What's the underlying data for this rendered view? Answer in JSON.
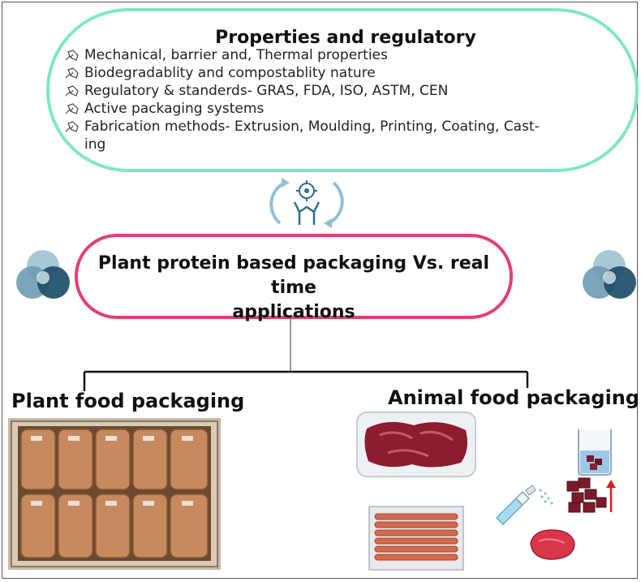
{
  "top": {
    "title": "Properties and regulatory",
    "items": [
      "Mechanical, barrier and, Thermal properties",
      "Biodegradablity and compostablity nature",
      "Regulatory & standerds-  GRAS, FDA, ISO, ASTM, CEN",
      "Active packaging systems",
      "Fabrication methods- Extrusion, Moulding, Printing, Coating, Cast-",
      "ing"
    ]
  },
  "middle": {
    "title_line1": "Plant protein based packaging Vs. real time",
    "title_line2": "applications"
  },
  "branches": {
    "left_title": "Plant food packaging",
    "right_title": "Animal food packaging"
  },
  "colors": {
    "top_border": "#7ee8c2",
    "mid_border": "#e23f75",
    "venn_dark": "#1f4e6b",
    "venn_light": "#8fb6c8",
    "icon_blue": "#8fc0d6"
  }
}
